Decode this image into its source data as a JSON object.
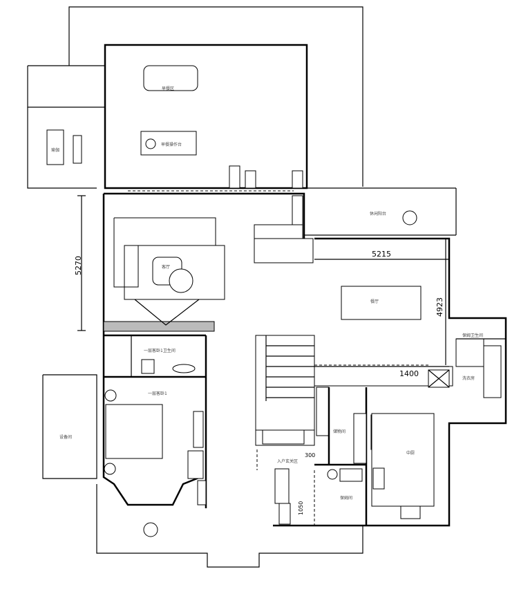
{
  "rooms": {
    "breakfast_area": "早餐区",
    "breakfast_counter": "早餐操作台",
    "yoga": "瑜伽",
    "living_room": "客厅",
    "leisure_balcony": "休闲阳台",
    "dining_room": "餐厅",
    "guest_bath": "一层客卧1卫生间",
    "guest_bedroom": "一层客卧1",
    "equipment_room": "设备间",
    "storage_room": "储物间",
    "entrance": "入户玄关区",
    "nanny_room": "保姆间",
    "kitchen": "中厨",
    "nanny_bath": "保姆卫生间",
    "laundry": "洗衣房"
  },
  "dimensions": {
    "living_height": "5270",
    "dining_width": "5215",
    "dining_depth": "4923",
    "kitchen_gap": "1400",
    "entrance_300": "300",
    "entrance_1050": "1050"
  }
}
